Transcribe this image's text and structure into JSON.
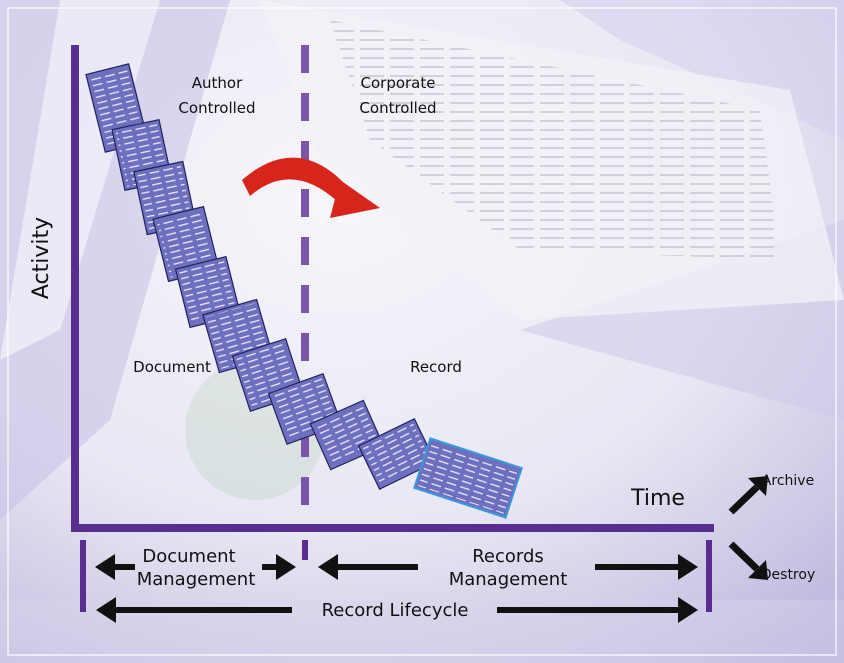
{
  "zones": {
    "author": [
      "Author",
      "Controlled"
    ],
    "corporate": [
      "Corporate",
      "Controlled"
    ]
  },
  "axes": {
    "y_label": "Activity",
    "x_label": "Time"
  },
  "phases": {
    "document": "Document",
    "record": "Record"
  },
  "outcomes": {
    "archive": "Archive",
    "destroy": "Destroy"
  },
  "spans": {
    "document_management": [
      "Document",
      "Management"
    ],
    "records_management": [
      "Records",
      "Management"
    ],
    "record_lifecycle": "Record Lifecycle"
  },
  "colors": {
    "axis": "#5a2d91",
    "divider": "#7b55a8",
    "transition_arrow": "#d8251c",
    "page_fill": "#6f6fc0",
    "page_stroke": "#22225a",
    "last_page_stroke": "#3a9ad9",
    "span_arrow": "#111111"
  },
  "icons": {
    "document_pages": "document-page-icon",
    "transition": "curved-arrow-icon"
  }
}
